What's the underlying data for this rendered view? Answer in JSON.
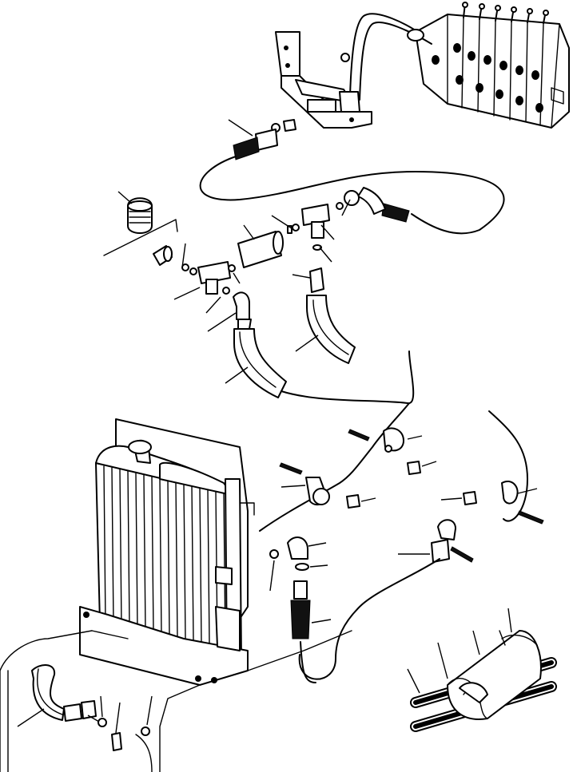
{
  "figure": {
    "kind": "hydraulic hose routing exploded parts diagram",
    "background": "#ffffff",
    "ink": "#000000"
  },
  "components": [
    "control-valve",
    "valve-mounting-bracket",
    "steel-tube",
    "hose-upper",
    "hose-lower-left",
    "hose-lower-right",
    "tee-fitting-left",
    "tee-fitting-right",
    "elbow-fitting",
    "adapter-coupler",
    "reducer-fitting",
    "cap",
    "hydraulic-tank-cap",
    "radiator",
    "hose-clamps",
    "hose-bundle-detail",
    "cab-base-hose"
  ]
}
